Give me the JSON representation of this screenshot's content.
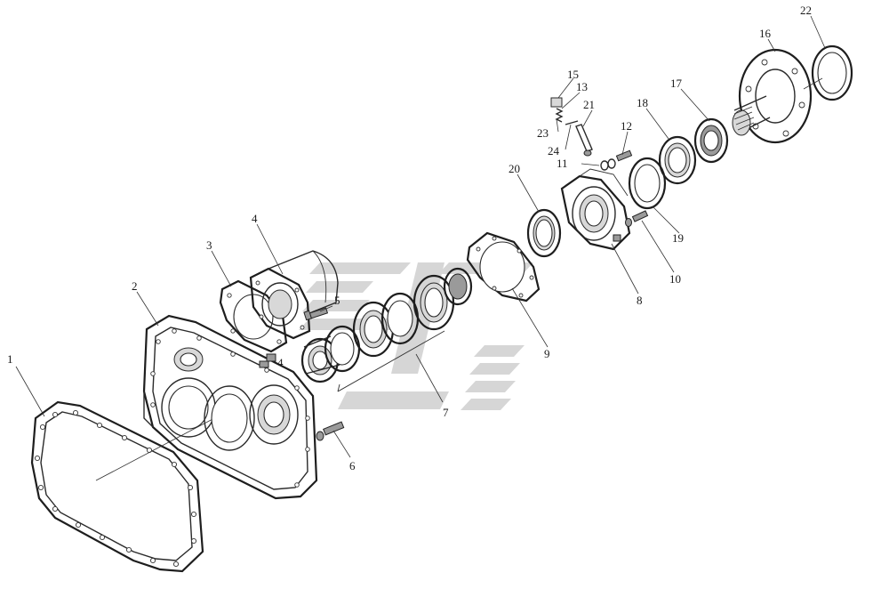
{
  "callouts": {
    "c1": "1",
    "c2": "2",
    "c3": "3",
    "c4a": "4",
    "c4b": "4",
    "c5": "5",
    "c6": "6",
    "c7": "7",
    "c8": "8",
    "c9": "9",
    "c10": "10",
    "c11": "11",
    "c12": "12",
    "c13": "13",
    "c15": "15",
    "c16": "16",
    "c17": "17",
    "c18": "18",
    "c19": "19",
    "c20": "20",
    "c21": "21",
    "c22": "22",
    "c23": "23",
    "c24": "24"
  },
  "colors": {
    "ink": "#2a2a2a",
    "watermark": "#c8c8c8"
  }
}
